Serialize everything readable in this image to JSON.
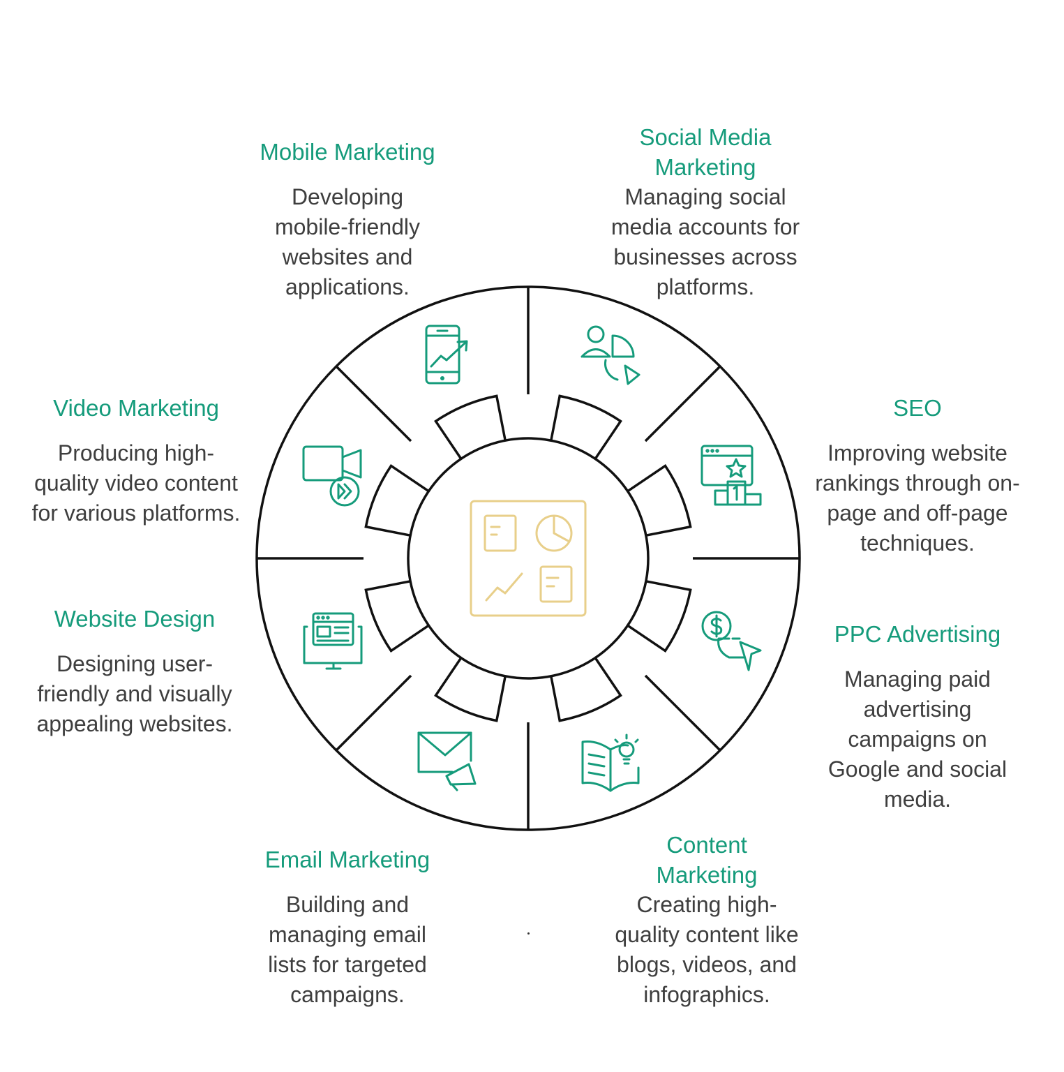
{
  "diagram": {
    "center_icon": "dashboard-icon",
    "colors": {
      "title": "#159b7b",
      "text": "#3e3e3e",
      "icon": "#159b7b",
      "center_icon": "#e8cf8a",
      "stroke": "#111111"
    },
    "segments": [
      {
        "id": "mobile-marketing",
        "title": "Mobile Marketing",
        "description": "Developing mobile-friendly websites and applications.",
        "icon": "mobile-growth-icon"
      },
      {
        "id": "social-media-marketing",
        "title": "Social Media Marketing",
        "description": "Managing social media accounts for businesses across platforms.",
        "icon": "social-analytics-icon"
      },
      {
        "id": "seo",
        "title": "SEO",
        "description": "Improving website rankings through on-page and off-page techniques.",
        "icon": "ranking-icon"
      },
      {
        "id": "ppc-advertising",
        "title": "PPC Advertising",
        "description": "Managing paid advertising campaigns on Google and social media.",
        "icon": "pay-per-click-icon"
      },
      {
        "id": "content-marketing",
        "title": "Content Marketing",
        "description": "Creating high-quality content like blogs, videos, and infographics.",
        "icon": "content-idea-icon"
      },
      {
        "id": "email-marketing",
        "title": "Email Marketing",
        "description": "Building and managing email lists for targeted campaigns.",
        "icon": "email-megaphone-icon"
      },
      {
        "id": "website-design",
        "title": "Website Design",
        "description": "Designing user-friendly and visually appealing websites.",
        "icon": "web-design-icon"
      },
      {
        "id": "video-marketing",
        "title": "Video Marketing",
        "description": "Producing high-quality video content for various platforms.",
        "icon": "video-camera-icon"
      }
    ]
  }
}
